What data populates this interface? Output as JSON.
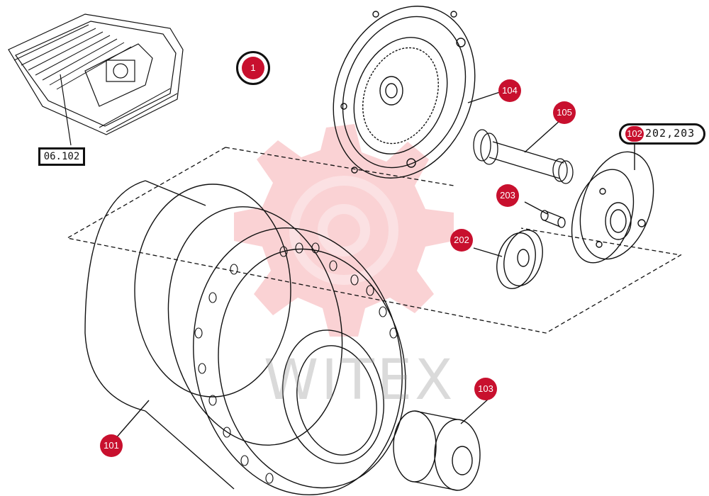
{
  "assembly_marker": {
    "label": "1"
  },
  "reference": {
    "label": "06.102"
  },
  "group_reference": {
    "label": "102",
    "sublabels": "202,203"
  },
  "callouts": [
    {
      "label": "101"
    },
    {
      "label": "103"
    },
    {
      "label": "104"
    },
    {
      "label": "105"
    },
    {
      "label": "202"
    },
    {
      "label": "203"
    }
  ],
  "watermark": {
    "text": "WITEX"
  }
}
